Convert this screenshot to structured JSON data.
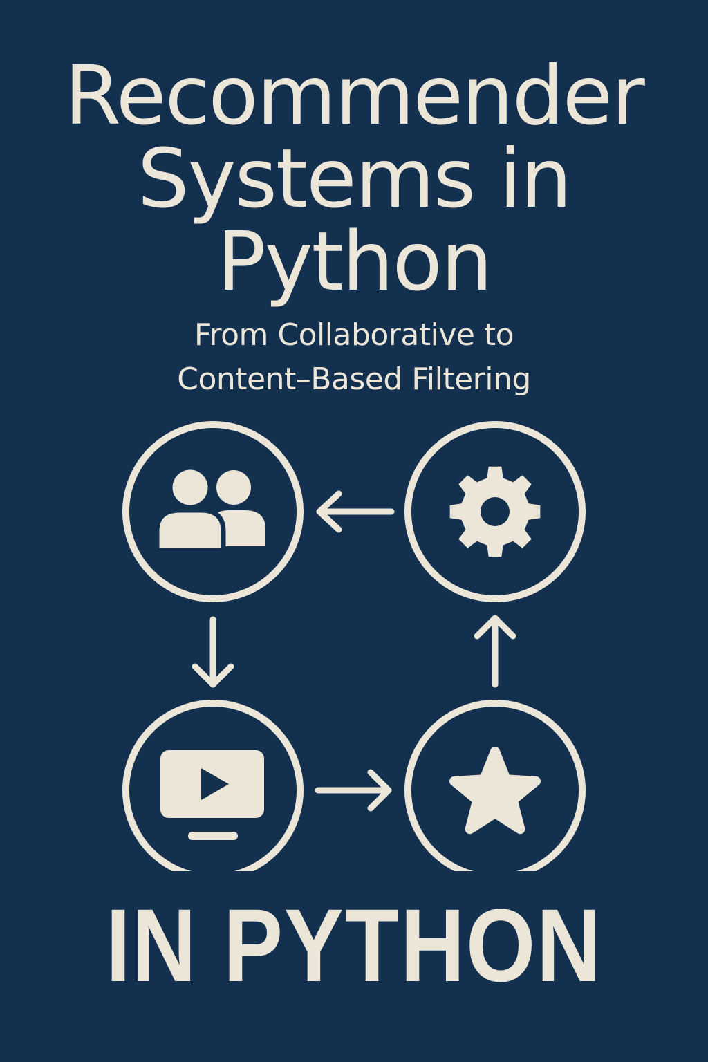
{
  "title_lines": [
    "Recommender",
    "Systems in",
    "Python"
  ],
  "subtitle_lines": [
    "From Collaborative to",
    "Content–Based Filtering"
  ],
  "footer": "IN PYTHON",
  "icons": [
    "users-icon",
    "gear-icon",
    "video-screen-icon",
    "star-icon"
  ],
  "colors": {
    "background": "#14304f",
    "foreground": "#ece6d8"
  }
}
